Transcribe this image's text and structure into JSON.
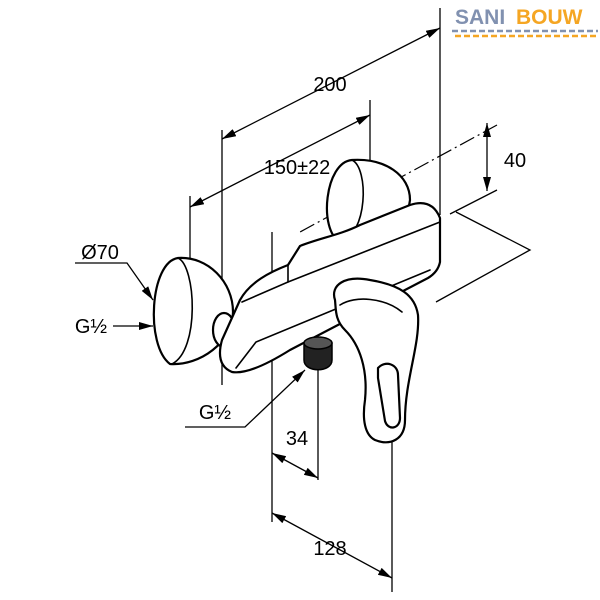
{
  "logo": {
    "part1": "SANI",
    "part2": "BOUW",
    "color_primary": "#8191b0",
    "color_secondary": "#f5a623"
  },
  "dimensions": {
    "overall_length": "200",
    "connection_distance": "150±22",
    "wall_offset": "40",
    "flange_diameter": "Ø70",
    "inlet_thread": "G½",
    "outlet_thread": "G½",
    "outlet_offset": "34",
    "handle_offset": "128"
  }
}
